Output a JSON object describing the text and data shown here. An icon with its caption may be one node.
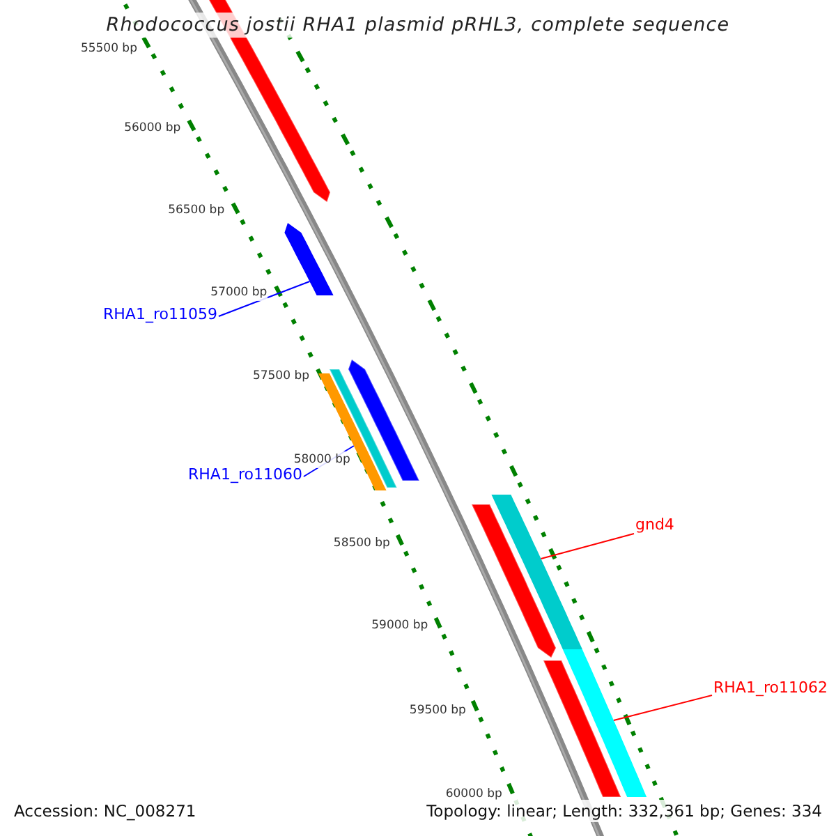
{
  "diagram": {
    "title": "Rhodococcus jostii RHA1 plasmid pRHL3, complete sequence",
    "nodes": [
      {
        "text": [
          "RHA1_ro11059"
        ]
      },
      {
        "text": [],
        "shape": "bar"
      },
      {
        "text": [
          "RHA1_ro11060"
        ]
      },
      {
        "text": [],
        "shape": "bar"
      },
      {
        "text": [
          "gnd4"
        ]
      },
      {
        "text": [],
        "shape": "bar"
      },
      {
        "text": [
          "RHA1_ro11062"
        ]
      },
      {
        "text": [],
        "shape": "bar"
      }
    ],
    "edges": [
      {
        "from": 0,
        "to": 1,
        "arrow": "none",
        "color": "#0000ff"
      },
      {
        "from": 2,
        "to": 3,
        "arrow": "none",
        "color": "#0000ff"
      },
      {
        "from": 4,
        "to": 5,
        "arrow": "none",
        "color": "#ff0000"
      },
      {
        "from": 6,
        "to": 7,
        "arrow": "none",
        "color": "#ff0000"
      }
    ],
    "labels": [
      "55500 bp",
      "56000 bp",
      "56500 bp",
      "57000 bp",
      "57500 bp",
      "58000 bp",
      "58500 bp",
      "59000 bp",
      "59500 bp",
      "60000 bp",
      "Accession: NC_008271",
      "Topology: linear; Length: 332,361 bp; Genes: 334"
    ]
  }
}
